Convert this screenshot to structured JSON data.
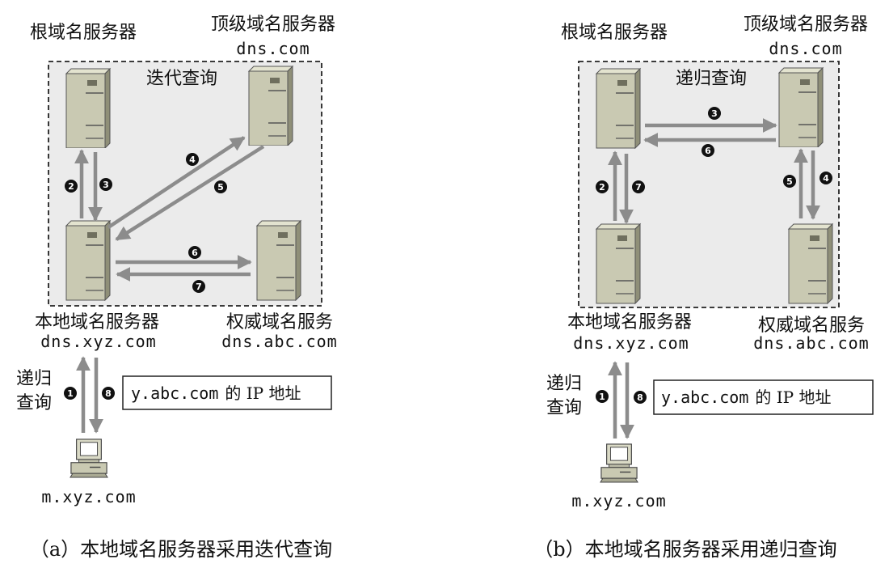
{
  "panel_a": {
    "mode_label": "迭代查询",
    "root_label": "根域名服务器",
    "tld_label": "顶级域名服务器",
    "tld_host": "dns.com",
    "local_label": "本地域名服务器",
    "local_host": "dns.xyz.com",
    "auth_label": "权威域名服务",
    "auth_host": "dns.abc.com",
    "client_query_label": [
      "递归",
      "查询"
    ],
    "client_host": "m.xyz.com",
    "result_text": "y.abc.com",
    "result_suffix": "的 IP 地址",
    "steps": [
      "1",
      "2",
      "3",
      "4",
      "5",
      "6",
      "7",
      "8"
    ],
    "caption": "（a）本地域名服务器采用迭代查询"
  },
  "panel_b": {
    "mode_label": "递归查询",
    "root_label": "根域名服务器",
    "tld_label": "顶级域名服务器",
    "tld_host": "dns.com",
    "local_label": "本地域名服务器",
    "local_host": "dns.xyz.com",
    "auth_label": "权威域名服务",
    "auth_host": "dns.abc.com",
    "client_query_label": [
      "递归",
      "查询"
    ],
    "client_host": "m.xyz.com",
    "result_text": "y.abc.com",
    "result_suffix": "的 IP 地址",
    "steps": [
      "1",
      "2",
      "3",
      "4",
      "5",
      "6",
      "7",
      "8"
    ],
    "caption": "（b）本地域名服务器采用递归查询"
  },
  "colors": {
    "box_fill": "#ebebeb",
    "server_body": "#c9c9b2",
    "arrow": "#8c8c8c",
    "badge": "#111111"
  },
  "icons": [
    "server-icon",
    "computer-icon"
  ]
}
